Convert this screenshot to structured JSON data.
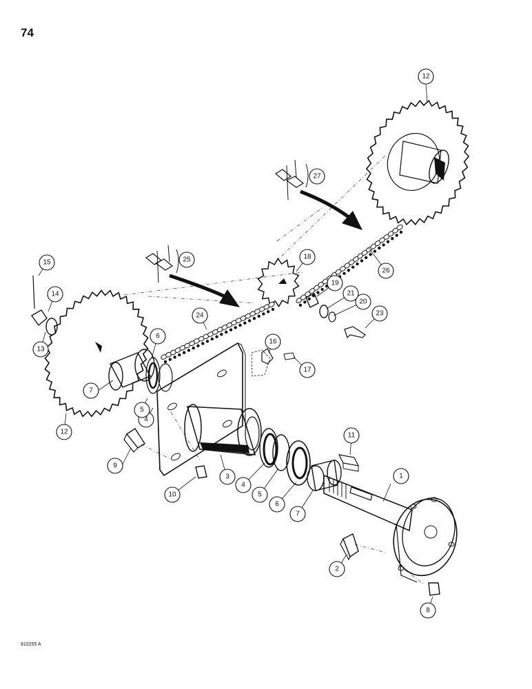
{
  "page": {
    "number": "74",
    "figure_code": "810255 A"
  },
  "callouts": {
    "c1": "1",
    "c2": "2",
    "c3": "3",
    "c4a": "4",
    "c4b": "4",
    "c5a": "5",
    "c5b": "5",
    "c6a": "6",
    "c6b": "6",
    "c7a": "7",
    "c7b": "7",
    "c8": "8",
    "c9": "9",
    "c10": "10",
    "c11": "11",
    "c12a": "12",
    "c12b": "12",
    "c13": "13",
    "c14": "14",
    "c15": "15",
    "c16": "16",
    "c17": "17",
    "c18": "18",
    "c19": "19",
    "c20": "20",
    "c21": "21",
    "c23": "23",
    "c24": "24",
    "c25": "25",
    "c26": "26",
    "c27": "27"
  },
  "colors": {
    "ink": "#111111",
    "paper": "#ffffff"
  }
}
